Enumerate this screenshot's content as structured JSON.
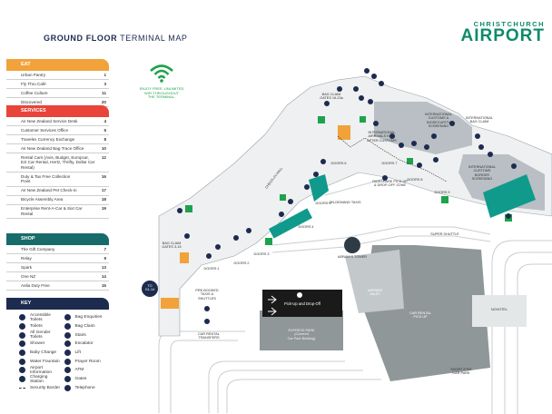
{
  "header": {
    "title_bold": "GROUND FLOOR",
    "title_rest": "TERMINAL MAP",
    "logo_top": "CHRISTCHURCH",
    "logo_main": "AIRPORT"
  },
  "colors": {
    "eat": "#f2a23a",
    "services": "#e8443a",
    "shop": "#176b6a",
    "key": "#1d2b4f",
    "green": "#1fa24c",
    "teal": "#109a8c",
    "terminal_grey": "#b9bfc4",
    "carpark": "#909799"
  },
  "eat": {
    "title": "EAT",
    "items": [
      {
        "name": "Urban Pantry",
        "num": "1"
      },
      {
        "name": "Fly Thru Café",
        "num": "3"
      },
      {
        "name": "Coffee Culture",
        "num": "11"
      },
      {
        "name": "Discovered",
        "num": "20"
      }
    ]
  },
  "services": {
    "title": "SERVICES",
    "items": [
      {
        "name": "Air New Zealand Service Desk",
        "num": "4"
      },
      {
        "name": "Customer Services Office",
        "num": "5"
      },
      {
        "name": "Travelex Currency Exchange",
        "num": "8"
      },
      {
        "name": "Air New Zealand Bag Trace Office",
        "num": "10"
      },
      {
        "name": "Rental Cars (Avis, Budget, Europcar, Ezi Car Rental, Hertz, Thrifty, Dollar Car Rental)",
        "num": "12"
      },
      {
        "name": "Duty & Tax Free Collection Point",
        "num": "16"
      },
      {
        "name": "Air New Zealand Pet Check-in",
        "num": "17"
      },
      {
        "name": "Bicycle Assembly Area",
        "num": "18"
      },
      {
        "name": "Enterprise Rent-A-Car & Sixt Car Rental",
        "num": "19"
      }
    ]
  },
  "shop": {
    "title": "SHOP",
    "items": [
      {
        "name": "The Gift Company",
        "num": "7"
      },
      {
        "name": "Relay",
        "num": "9"
      },
      {
        "name": "Spark",
        "num": "13"
      },
      {
        "name": "One NZ",
        "num": "14"
      },
      {
        "name": "Aelia Duty Free",
        "num": "15"
      }
    ]
  },
  "key": {
    "title": "KEY",
    "items": [
      {
        "label": "Accessible Toilets",
        "icon": "accessible-toilet-icon"
      },
      {
        "label": "Bag Enquiries",
        "icon": "bag-enquiries-icon"
      },
      {
        "label": "Toilets",
        "icon": "toilet-icon"
      },
      {
        "label": "Bag Claim",
        "icon": "bag-claim-icon"
      },
      {
        "label": "All Gender Toilets",
        "icon": "all-gender-toilet-icon"
      },
      {
        "label": "Stairs",
        "icon": "stairs-icon"
      },
      {
        "label": "Shower",
        "icon": "shower-icon"
      },
      {
        "label": "Escalator",
        "icon": "escalator-icon"
      },
      {
        "label": "Baby Change",
        "icon": "baby-change-icon"
      },
      {
        "label": "Lift",
        "icon": "lift-icon"
      },
      {
        "label": "Water Fountain",
        "icon": "water-fountain-icon"
      },
      {
        "label": "Prayer Room",
        "icon": "prayer-room-icon"
      },
      {
        "label": "Airport Information",
        "icon": "airport-information-icon"
      },
      {
        "label": "ATM",
        "icon": "atm-icon"
      },
      {
        "label": "Charging Station",
        "icon": "charging-station-icon"
      },
      {
        "label": "Gates",
        "icon": "gates-icon"
      },
      {
        "label": "Security Border",
        "icon": "security-border-icon"
      },
      {
        "label": "Telephone",
        "icon": "telephone-icon"
      }
    ]
  },
  "wifi": {
    "icon": "wifi-icon",
    "text_1": "ENJOY FREE, UNLIMITED",
    "text_2": "WIFI THROUGHOUT",
    "text_3": "THE TERMINAL."
  },
  "map_labels": {
    "bag_claim_16_23_a": "BAG CLAIM",
    "bag_claim_16_23_b": "GATES 16-23a",
    "intl_airrivals_1": "INTERNATIONAL",
    "intl_airrivals_2": "AIRRIVALS HALL",
    "intl_airrivals_3": "AFTER CUSTOMS",
    "intl_customs_1": "INTERNATIONAL",
    "intl_customs_2": "CUSTOMS &",
    "intl_customs_3": "BIOSECURITY",
    "intl_customs_4": "SCREENING",
    "intl_bag_claim_1": "INTERNATIONAL",
    "intl_bag_claim_2": "BAG CLAIM",
    "intl_border_1": "INTERNATIONAL",
    "intl_border_2": "CUSTOMS",
    "intl_border_3": "BORDER",
    "intl_border_4": "SCREENING",
    "rideshare_1": "RIDESHARE PICK-UP",
    "rideshare_2": "& DROP-OFF ZONE",
    "on_demand": "ON-DEMAND TAXIS",
    "check_in_hall": "CHECK-IN HALL",
    "bag_claim_3_15_a": "BAG CLAIM",
    "bag_claim_3_15_b": "GATES 3-15",
    "airways_tower": "AIRWAYS TOWER",
    "super_shuttle": "SUPER SHUTTLE",
    "to_gates_1": "TO",
    "to_gates_2": "G1-14",
    "pre_booked_1": "PRE-BOOKED",
    "pre_booked_2": "TAXIS &",
    "pre_booked_3": "SHUTTLES",
    "car_rental_1": "CAR RENTAL",
    "car_rental_2": "TRANSFERS",
    "pickup_dropoff": "Pick-Up and Drop-Off",
    "express_1": "EXPRESS PARK",
    "express_2": "(Covered",
    "express_3": "Car Park Building)",
    "valet_1": "AIRPARK",
    "valet_2": "VALET",
    "car_rental_pick_1": "CAR RENTAL",
    "car_rental_pick_2": "PICK UP",
    "novotel": "NOVOTEL",
    "short_stay_1": "SHORT STAY",
    "short_stay_2": "CAR PARK",
    "doors_1": "DOORS 1",
    "doors_2": "DOORS 2",
    "doors_3": "DOORS 3",
    "doors_4": "DOORS 4",
    "doors_5": "DOORS 5",
    "doors_6": "DOORS 6",
    "doors_7": "DOORS 7",
    "doors_8": "DOORS 8",
    "doors_9": "DOORS 9"
  }
}
